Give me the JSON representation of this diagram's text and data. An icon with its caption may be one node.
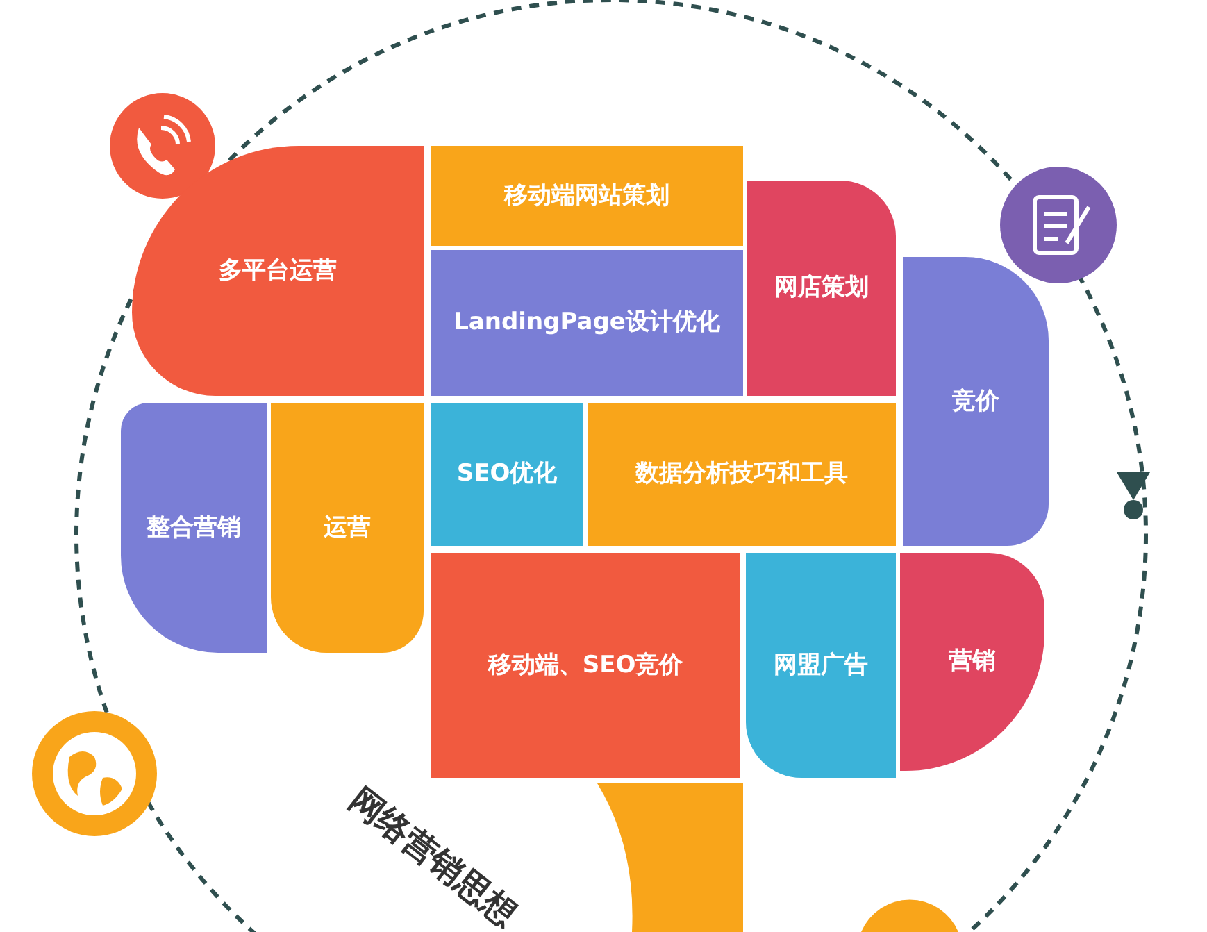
{
  "diagram": {
    "nodes": [
      {
        "text": [
          "多平台运营"
        ]
      },
      {
        "text": [
          "移动端网站策划"
        ]
      },
      {
        "text": [
          "LandingPage设计优化"
        ]
      },
      {
        "text": [
          "网店策划"
        ]
      },
      {
        "text": [
          "整合营销"
        ]
      },
      {
        "text": [
          "运营"
        ]
      },
      {
        "text": [
          "SEO优化"
        ]
      },
      {
        "text": [
          "数据分析技巧和工具"
        ]
      },
      {
        "text": [
          "竞价"
        ]
      },
      {
        "text": [
          "移动端、SEO竞价"
        ]
      },
      {
        "text": [
          "网盟广告"
        ]
      },
      {
        "text": [
          "营销"
        ]
      },
      {
        "text": [],
        "shape": "bar"
      }
    ],
    "edges": [],
    "labels": [
      "网络营销思想"
    ]
  }
}
